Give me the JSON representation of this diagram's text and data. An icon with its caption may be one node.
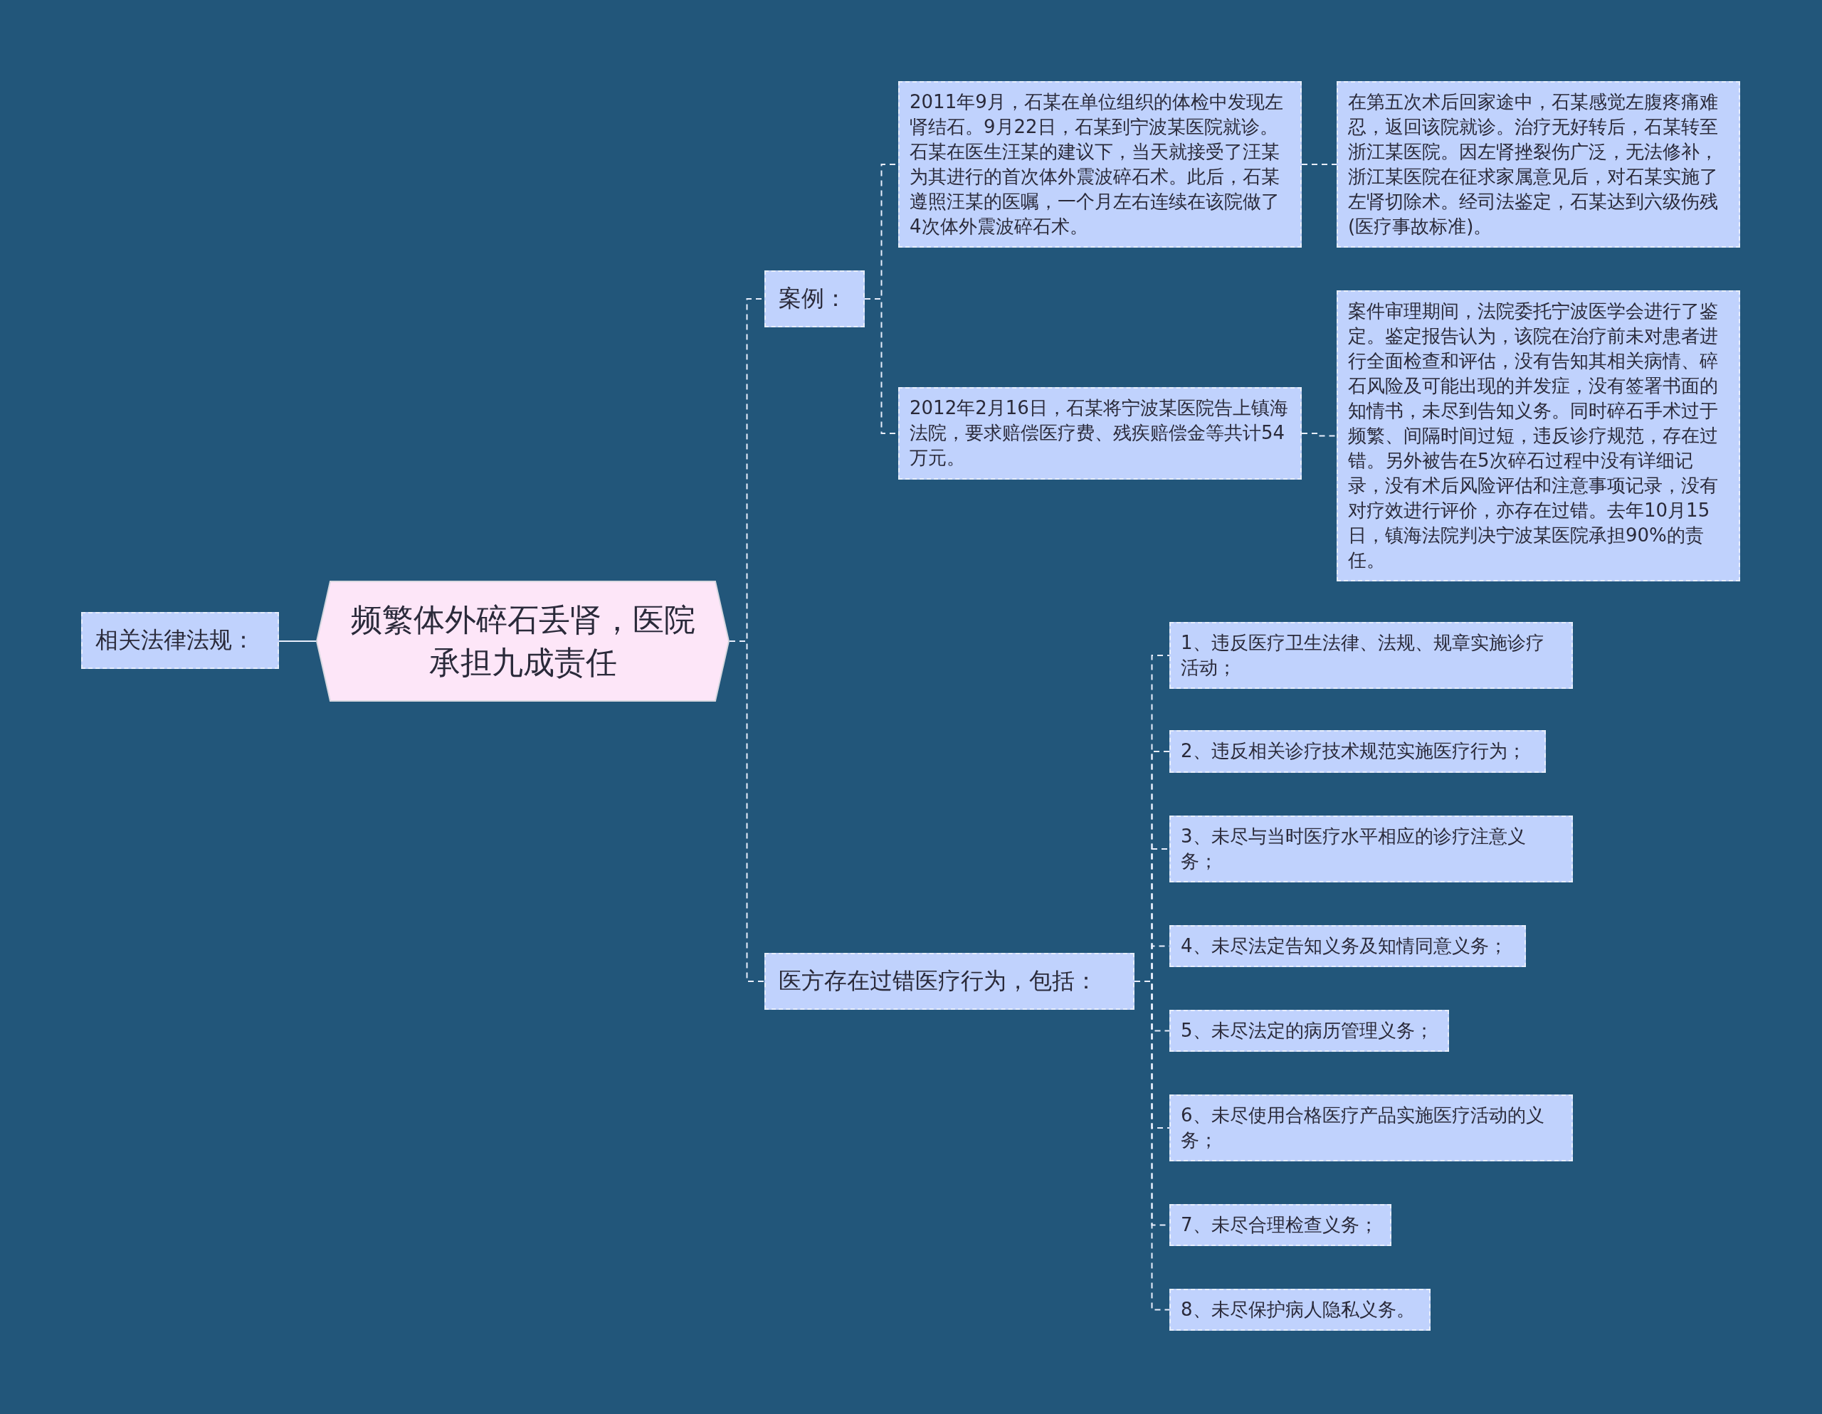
{
  "diagram": {
    "nodes": [
      {
        "text": [
          "频繁体外碎石丢肾，医院承担九成责任"
        ]
      },
      {
        "text": [
          "相关法律法规："
        ]
      },
      {
        "text": [
          "案例："
        ]
      },
      {
        "text": [
          "2011年9月，石某在单位组织的体检中发现左肾结石。9月22日，石某到宁波某医院就诊。石某在医生汪某的建议下，当天就接受了汪某为其进行的首次体外震波碎石术。此后，石某遵照汪某的医嘱，一个月左右连续在该院做了4次体外震波碎石术。"
        ]
      },
      {
        "text": [
          "在第五次术后回家途中，石某感觉左腹疼痛难忍，返回该院就诊。治疗无好转后，石某转至浙江某医院。因左肾挫裂伤广泛，无法修补，浙江某医院在征求家属意见后，对石某实施了左肾切除术。经司法鉴定，石某达到六级伤残(医疗事故标准)。"
        ]
      },
      {
        "text": [
          "2012年2月16日，石某将宁波某医院告上镇海法院，要求赔偿医疗费、残疾赔偿金等共计54万元。"
        ]
      },
      {
        "text": [
          "案件审理期间，法院委托宁波医学会进行了鉴定。鉴定报告认为，该院在治疗前未对患者进行全面检查和评估，没有告知其相关病情、碎石风险及可能出现的并发症，没有签署书面的知情书，未尽到告知义务。同时碎石手术过于频繁、间隔时间过短，违反诊疗规范，存在过错。另外被告在5次碎石过程中没有详细记录，没有术后风险评估和注意事项记录，没有对疗效进行评价，亦存在过错。去年10月15日，镇海法院判决宁波某医院承担90%的责任。"
        ]
      },
      {
        "text": [
          "医方存在过错医疗行为，包括："
        ]
      },
      {
        "text": [
          "1、违反医疗卫生法律、法规、规章实施诊疗活动；"
        ]
      },
      {
        "text": [
          "2、违反相关诊疗技术规范实施医疗行为；"
        ]
      },
      {
        "text": [
          "3、未尽与当时医疗水平相应的诊疗注意义务；"
        ]
      },
      {
        "text": [
          "4、未尽法定告知义务及知情同意义务；"
        ]
      },
      {
        "text": [
          "5、未尽法定的病历管理义务；"
        ]
      },
      {
        "text": [
          "6、未尽使用合格医疗产品实施医疗活动的义务；"
        ]
      },
      {
        "text": [
          "7、未尽合理检查义务；"
        ]
      },
      {
        "text": [
          "8、未尽保护病人隐私义务。"
        ]
      }
    ],
    "edges": [
      {
        "from": 0,
        "to": 1,
        "arrow": "none"
      },
      {
        "from": 0,
        "to": 2,
        "arrow": "none",
        "style": "dashed"
      },
      {
        "from": 2,
        "to": 3,
        "arrow": "none",
        "style": "dashed"
      },
      {
        "from": 3,
        "to": 4,
        "arrow": "none",
        "style": "dashed"
      },
      {
        "from": 2,
        "to": 5,
        "arrow": "none",
        "style": "dashed"
      },
      {
        "from": 5,
        "to": 6,
        "arrow": "none",
        "style": "dashed"
      },
      {
        "from": 0,
        "to": 7,
        "arrow": "none",
        "style": "dashed"
      },
      {
        "from": 7,
        "to": 8,
        "arrow": "none",
        "style": "dashed"
      },
      {
        "from": 7,
        "to": 9,
        "arrow": "none",
        "style": "dashed"
      },
      {
        "from": 7,
        "to": 10,
        "arrow": "none",
        "style": "dashed"
      },
      {
        "from": 7,
        "to": 11,
        "arrow": "none",
        "style": "dashed"
      },
      {
        "from": 7,
        "to": 12,
        "arrow": "none",
        "style": "dashed"
      },
      {
        "from": 7,
        "to": 13,
        "arrow": "none",
        "style": "dashed"
      },
      {
        "from": 7,
        "to": 14,
        "arrow": "none",
        "style": "dashed"
      },
      {
        "from": 7,
        "to": 15,
        "arrow": "none",
        "style": "dashed"
      }
    ]
  }
}
